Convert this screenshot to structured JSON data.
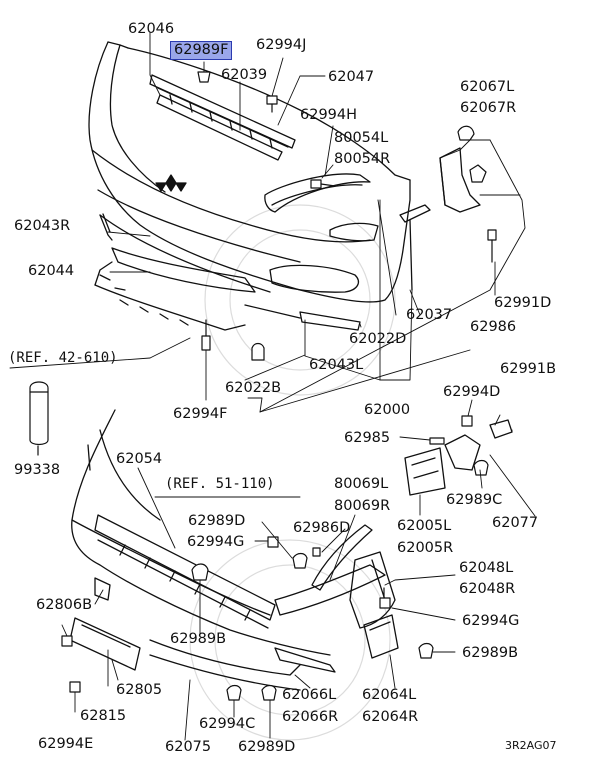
{
  "diagram_code": "3R2AG07",
  "highlight_color": "#9aa6ea",
  "labels": {
    "p62046": "62046",
    "p62989F": "62989F",
    "p62994J": "62994J",
    "p62039": "62039",
    "p62047": "62047",
    "p62994H": "62994H",
    "p80054L": "80054L",
    "p80054R": "80054R",
    "p62067L": "62067L",
    "p62067R": "62067R",
    "p62043R": "62043R",
    "p62044": "62044",
    "p62037": "62037",
    "p62022D": "62022D",
    "p62043L": "62043L",
    "p62022B": "62022B",
    "p62000": "62000",
    "p62994F": "62994F",
    "ref42": "(REF. 42-610)",
    "p62991D": "62991D",
    "p62986": "62986",
    "p62991B": "62991B",
    "p62994D": "62994D",
    "p62985": "62985",
    "p99338": "99338",
    "p62054": "62054",
    "ref51": "(REF. 51-110)",
    "p80069L": "80069L",
    "p80069R": "80069R",
    "p62989C": "62989C",
    "p62989D_a": "62989D",
    "p62986D": "62986D",
    "p62994G_a": "62994G",
    "p62005L": "62005L",
    "p62005R": "62005R",
    "p62077": "62077",
    "p62048L": "62048L",
    "p62048R": "62048R",
    "p62806B": "62806B",
    "p62994G_b": "62994G",
    "p62989B_a": "62989B",
    "p62989B_b": "62989B",
    "p62805": "62805",
    "p62815": "62815",
    "p62066L": "62066L",
    "p62066R": "62066R",
    "p62064L": "62064L",
    "p62064R": "62064R",
    "p62994E": "62994E",
    "p62994C": "62994C",
    "p62075": "62075",
    "p62989D_b": "62989D"
  }
}
